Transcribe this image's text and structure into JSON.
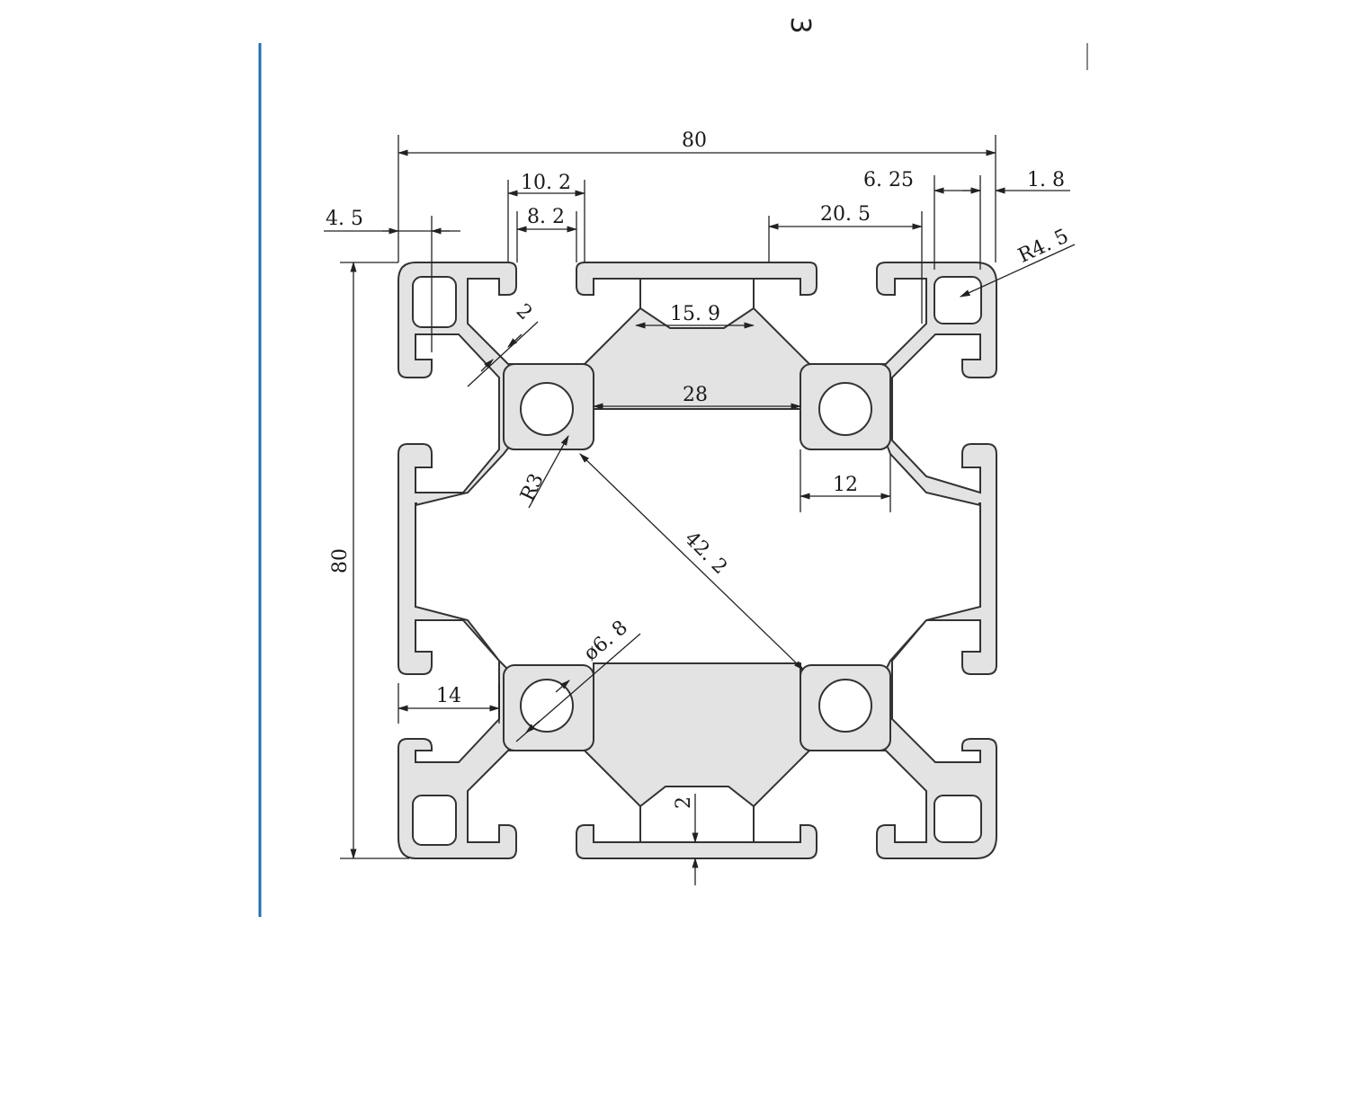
{
  "top_mark": "3",
  "colors": {
    "frame_line": "#1f6fb0",
    "profile_fill": "#e3e3e3",
    "line": "#222222"
  },
  "dimensions": {
    "width_top": "80",
    "height_left": "80",
    "d_4_5": "4. 5",
    "d_10_2": "10. 2",
    "d_8_2": "8. 2",
    "d_6_25": "6. 25",
    "d_1_8": "1. 8",
    "d_20_5": "20. 5",
    "d_r4_5": "R4. 5",
    "d_15_9": "15. 9",
    "d_2_wall": "2",
    "d_28": "28",
    "d_12": "12",
    "d_r3": "R3",
    "d_42_2": "42. 2",
    "d_dia_6_8": "ø6. 8",
    "d_14": "14",
    "d_2_bottom": "2"
  }
}
